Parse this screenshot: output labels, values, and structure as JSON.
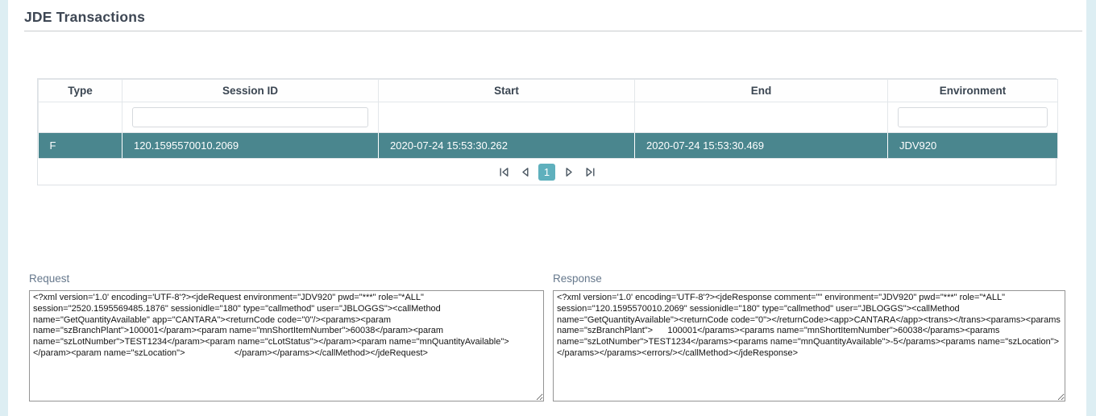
{
  "page": {
    "title": "JDE Transactions"
  },
  "colors": {
    "selected_row_teal": "#4a868e",
    "active_page_teal": "#5fb0bd",
    "page_background": "#ddeef3",
    "heading_text": "#3e4754"
  },
  "table": {
    "columns": [
      "Type",
      "Session ID",
      "Start",
      "End",
      "Environment"
    ],
    "filters": {
      "session_id_value": "",
      "environment_value": ""
    },
    "rows": [
      {
        "type": "F",
        "session_id": "120.1595570010.2069",
        "start": "2020-07-24 15:53:30.262",
        "end": "2020-07-24 15:53:30.469",
        "environment": "JDV920"
      }
    ],
    "paginator": {
      "current_page": "1"
    }
  },
  "request": {
    "label": "Request",
    "value": "<?xml version='1.0' encoding='UTF-8'?><jdeRequest environment=\"JDV920\" pwd=\"***\" role=\"*ALL\" session=\"2520.1595569485.1876\" sessionidle=\"180\" type=\"callmethod\" user=\"JBLOGGS\"><callMethod name=\"GetQuantityAvailable\" app=\"CANTARA\"><returnCode code=\"0\"/><params><param name=\"szBranchPlant\">100001</param><param name=\"mnShortItemNumber\">60038</param><param name=\"szLotNumber\">TEST1234</param><param name=\"cLotStatus\"></param><param name=\"mnQuantityAvailable\"></param><param name=\"szLocation\">                    </param></params></callMethod></jdeRequest>"
  },
  "response": {
    "label": "Response",
    "value": "<?xml version='1.0' encoding='UTF-8'?><jdeResponse comment=\"\" environment=\"JDV920\" pwd=\"***\" role=\"*ALL\" session=\"120.1595570010.2069\" sessionidle=\"180\" type=\"callmethod\" user=\"JBLOGGS\"><callMethod name=\"GetQuantityAvailable\"><returnCode code=\"0\"></returnCode><app>CANTARA</app><trans></trans><params><params name=\"szBranchPlant\">      100001</params><params name=\"mnShortItemNumber\">60038</params><params name=\"szLotNumber\">TEST1234</params><params name=\"mnQuantityAvailable\">-5</params><params name=\"szLocation\"></params></params><errors/></callMethod></jdeResponse>"
  }
}
